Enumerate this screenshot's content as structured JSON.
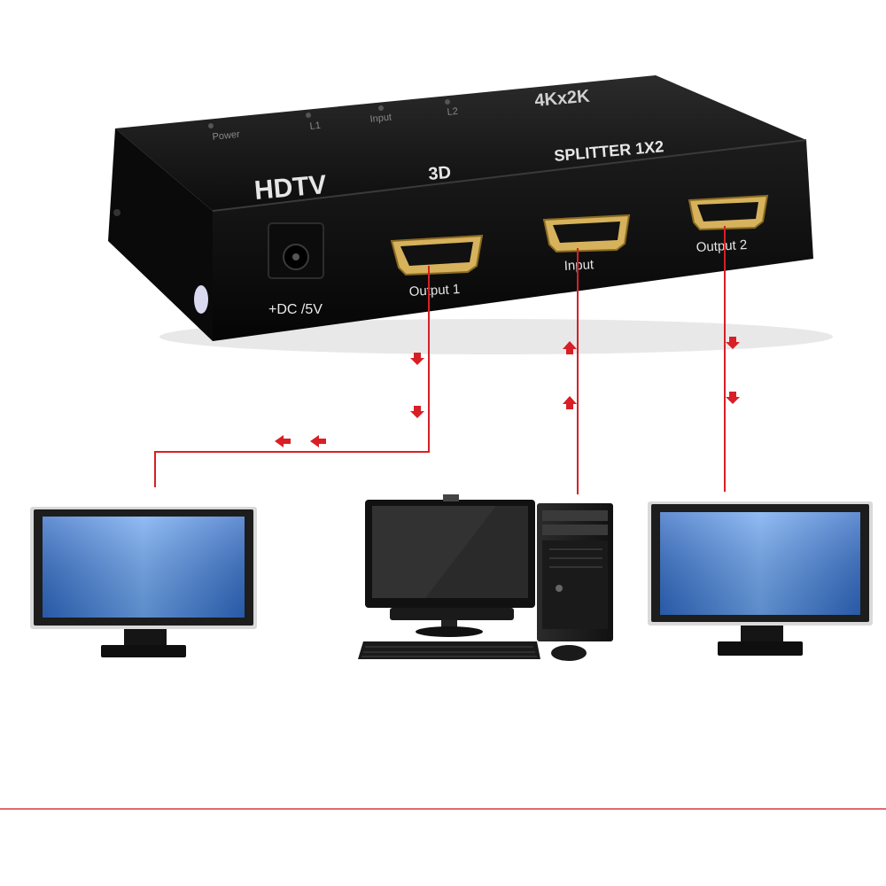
{
  "device": {
    "brand_text": "HDTV",
    "brand_suffix": "3D",
    "resolution_text": "4Kx2K",
    "model_text": "SPLITTER 1X2",
    "led_labels": [
      "Power",
      "L1",
      "Input",
      "L2"
    ],
    "power_label": "+DC /5V",
    "ports": [
      {
        "label": "Output 1"
      },
      {
        "label": "Input"
      },
      {
        "label": "Output 2"
      }
    ]
  },
  "colors": {
    "device_body": "#121212",
    "device_edge": "#2a2a2a",
    "port_gold": "#c9a24a",
    "cable": "#d81f26",
    "screen": "#3f7fd6",
    "monitor_frame": "#1d1d1d",
    "monitor_bezel": "#e6e6e6"
  },
  "icons": {
    "left_display": "monitor-icon",
    "right_display": "monitor-icon",
    "source": "desktop-pc-icon"
  }
}
